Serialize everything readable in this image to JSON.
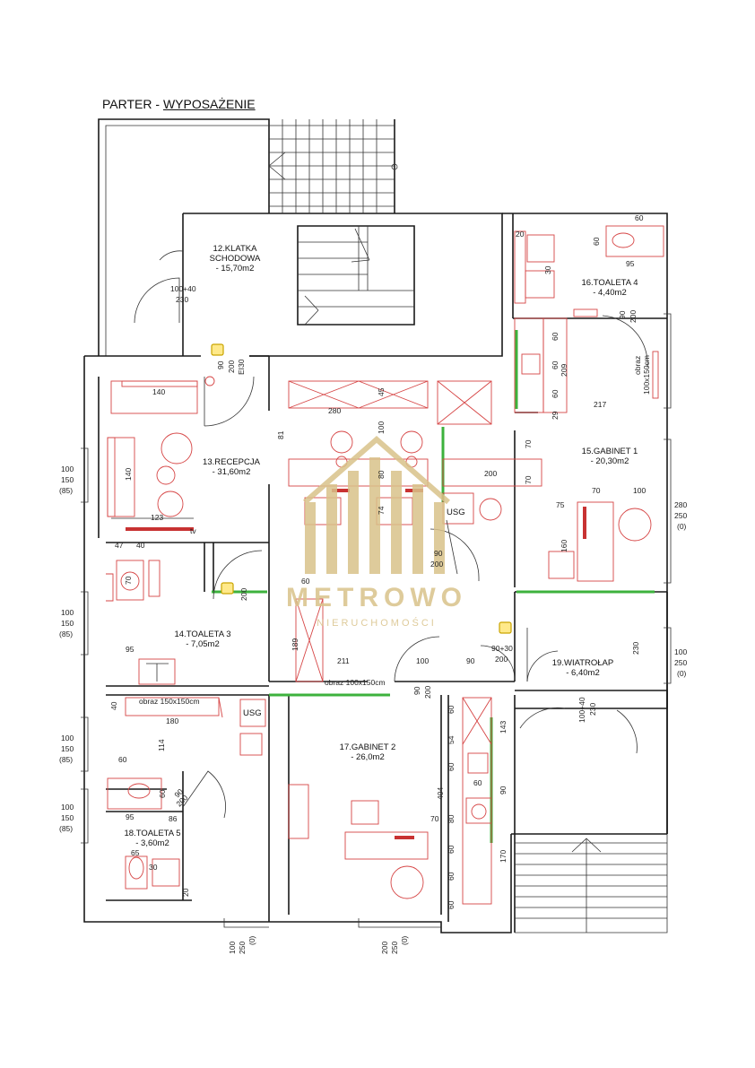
{
  "title": {
    "prefix": "PARTER - ",
    "underlined": "WYPOSAŻENIE"
  },
  "rooms": [
    {
      "id": "r12",
      "lines": [
        "12.KLATKA",
        "SCHODOWA",
        "- 15,70m2"
      ]
    },
    {
      "id": "r13",
      "lines": [
        "13.RECEPCJA",
        "- 31,60m2"
      ]
    },
    {
      "id": "r14",
      "lines": [
        "14.TOALETA 3",
        "- 7,05m2"
      ]
    },
    {
      "id": "r15",
      "lines": [
        "15.GABINET 1",
        "- 20,30m2"
      ]
    },
    {
      "id": "r16",
      "lines": [
        "16.TOALETA 4",
        "- 4,40m2"
      ]
    },
    {
      "id": "r17",
      "lines": [
        "17.GABINET 2",
        "- 26,0m2"
      ]
    },
    {
      "id": "r18",
      "lines": [
        "18.TOALETA 5",
        "- 3,60m2"
      ]
    },
    {
      "id": "r19",
      "lines": [
        "19.WIATROŁAP",
        "- 6,40m2"
      ]
    }
  ],
  "labels": {
    "usg_1": "USG",
    "usg_2": "USG",
    "tv": "tv",
    "obraz_1": "obraz 100x150cm",
    "obraz_2": "obraz 150x150cm",
    "obraz_3": "obraz",
    "obraz_3b": "100x150cm",
    "ei30": "EI30"
  },
  "door_dims": {
    "d_stair": [
      "100+40",
      "230"
    ],
    "d_recep_top": [
      "90",
      "200"
    ],
    "d_t3": "200",
    "d_mid": [
      "90",
      "200"
    ],
    "d_wiat": [
      "90+30",
      "200"
    ],
    "d_g2": [
      "90",
      "200"
    ],
    "d_t5": [
      "90",
      "200"
    ],
    "d_t4": [
      "90",
      "200"
    ],
    "d_wiat_out": [
      "100+40",
      "230"
    ]
  },
  "window_dims": {
    "w1": [
      "100",
      "150",
      "(85)"
    ],
    "w2": [
      "100",
      "150",
      "(85)"
    ],
    "w3": [
      "100",
      "150",
      "(85)"
    ],
    "w4": [
      "100",
      "150",
      "(85)"
    ],
    "w5": [
      "280",
      "250",
      "(0)"
    ],
    "w6": [
      "100",
      "250",
      "(0)"
    ],
    "w7": [
      "100",
      "250",
      "(0)"
    ],
    "w8": [
      "200",
      "250",
      "(0)"
    ]
  },
  "dims": {
    "d140": "140",
    "d123": "123",
    "d140v": "140",
    "d81": "81",
    "d280": "280",
    "d45": "45",
    "d100": "100",
    "d80": "80",
    "d74": "74",
    "d200h": "200",
    "d70a": "70",
    "d70b": "70",
    "d47": "47",
    "d40": "40",
    "d70c": "70",
    "d95a": "95",
    "d60a": "60",
    "d189": "189",
    "d211": "211",
    "d100b": "100",
    "d90b": "90",
    "d40b": "40",
    "d180": "180",
    "d114": "114",
    "d60b": "60",
    "d60c": "60",
    "d95b": "95",
    "d86": "86",
    "d65": "65",
    "d30a": "30",
    "d20a": "20",
    "d60d": "60",
    "d60e": "60",
    "d95c": "95",
    "d30b": "30",
    "d20b": "20",
    "d60f": "60",
    "d60g": "60",
    "d60h": "60",
    "d209": "209",
    "d29": "29",
    "d217": "217",
    "d70d": "70",
    "d100c": "100",
    "d75": "75",
    "d160": "160",
    "d230": "230",
    "d143": "143",
    "d54": "54",
    "d60i": "60",
    "d60j": "60",
    "d60k": "60",
    "d80b": "80",
    "d90c": "90",
    "d404": "404",
    "d70e": "70",
    "d170": "170",
    "d60l": "60",
    "d60m": "60",
    "d60n": "60"
  },
  "watermark": {
    "brand": "METROWO",
    "tagline": "NIERUCHOMOŚCI"
  },
  "colors": {
    "wall": "#1a1a1a",
    "furniture": "#d64545",
    "highlight": "#3db23d",
    "marker": "#ffe98a",
    "watermark": "#d9c28a"
  }
}
